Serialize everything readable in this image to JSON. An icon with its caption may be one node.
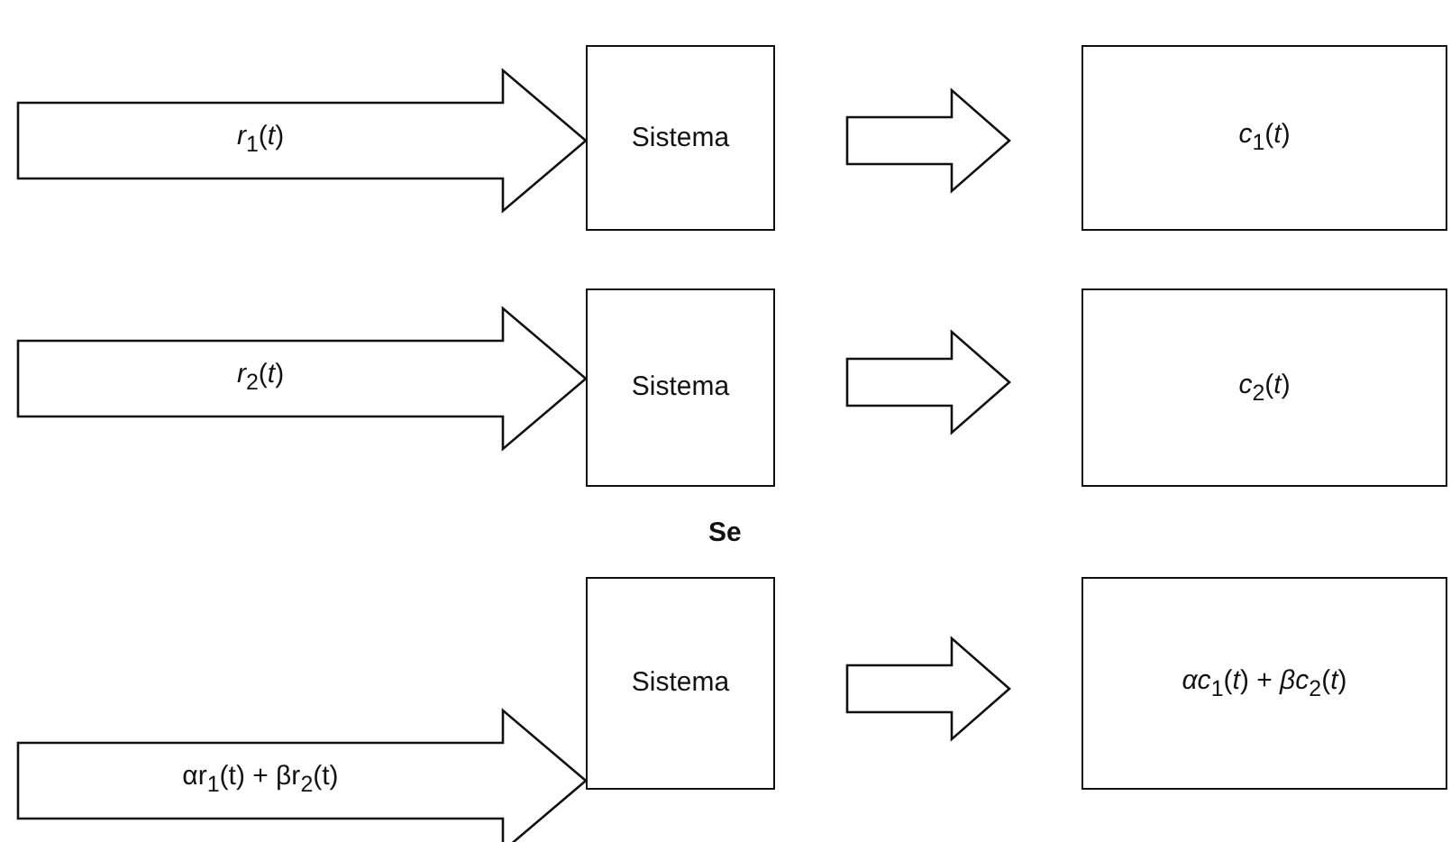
{
  "diagram": {
    "nodes": [
      {
        "text": [
          "Sistema"
        ]
      },
      {
        "text": [
          "*c*$_{1}$(*t*)"
        ]
      },
      {
        "text": [
          "Sistema"
        ]
      },
      {
        "text": [
          "*c*$_{2}$(*t*)"
        ]
      },
      {
        "text": [
          "Sistema"
        ]
      },
      {
        "text": [
          "*αc*$_{1}$(*t*) + *βc*$_{2}$(*t*)"
        ]
      }
    ],
    "edges": [
      {
        "from": null,
        "to": 0,
        "arrow": "to",
        "label": "*r*$_{1}$(*t*)",
        "style": "thick"
      },
      {
        "from": 0,
        "to": 1,
        "arrow": "to",
        "style": "thick"
      },
      {
        "from": null,
        "to": 2,
        "arrow": "to",
        "label": "*r*$_{2}$(*t*)",
        "style": "thick"
      },
      {
        "from": 2,
        "to": 3,
        "arrow": "to",
        "style": "thick"
      },
      {
        "from": null,
        "to": 4,
        "arrow": "to",
        "label": "αr$_{1}$(t) + βr$_{2}$(t)",
        "style": "thick"
      },
      {
        "from": 4,
        "to": 5,
        "arrow": "to",
        "style": "thick"
      }
    ],
    "labels": [
      "Se"
    ]
  }
}
